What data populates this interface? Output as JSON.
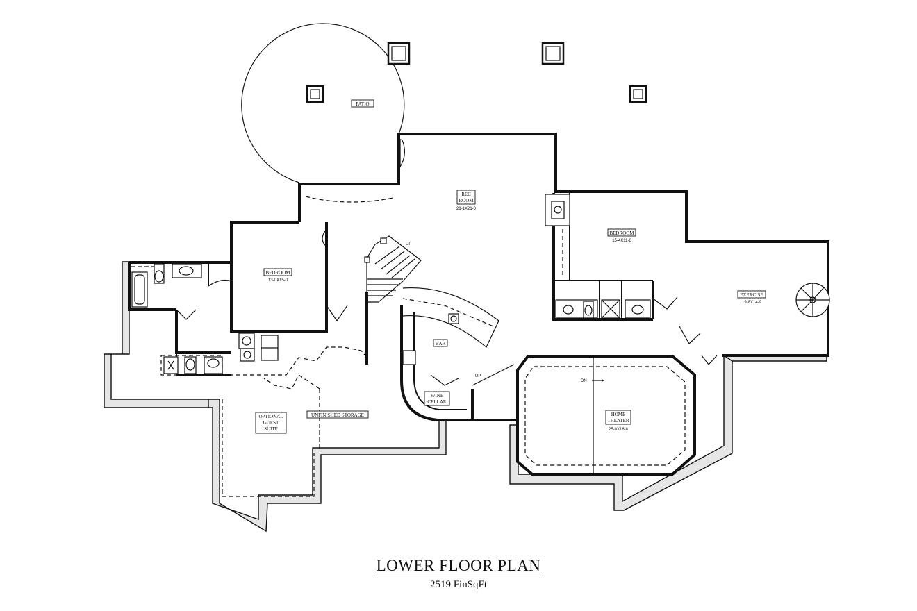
{
  "plan": {
    "title": "LOWER FLOOR PLAN",
    "subtitle": "2519 FinSqFt"
  },
  "rooms": {
    "patio": {
      "name": "PATIO"
    },
    "rec_room": {
      "name": "REC ROOM",
      "line1": "REC",
      "line2": "ROOM",
      "dims": "21-1X21-0"
    },
    "bedroom_left": {
      "name": "BEDROOM",
      "dims": "13-0X15-0"
    },
    "bedroom_right": {
      "name": "BEDROOM",
      "dims": "15-4X11-8"
    },
    "exercise": {
      "name": "EXERCISE",
      "dims": "19-8X14-9"
    },
    "bar": {
      "name": "BAR"
    },
    "wine_cellar": {
      "line1": "WINE",
      "line2": "CELLAR"
    },
    "home_theater": {
      "line1": "HOME",
      "line2": "THEATER",
      "dims": "25-0X16-8"
    },
    "guest_suite": {
      "line1": "OPTIONAL",
      "line2": "GUEST",
      "line3": "SUITE"
    },
    "storage": {
      "name": "UNFINISHED STORAGE"
    }
  },
  "annotations": {
    "stair_up_1": "UP",
    "stair_up_2": "UP",
    "theater_dn": "DN"
  },
  "colors": {
    "line": "#111111",
    "foundation_fill": "#e6e6e6",
    "background": "#ffffff"
  }
}
